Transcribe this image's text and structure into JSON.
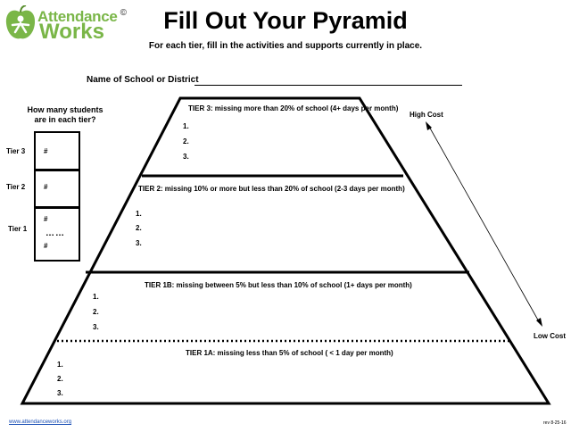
{
  "logo": {
    "line1": "Attendance",
    "mark": "©",
    "line2": "Works",
    "accent_color": "#7ab648",
    "icon": "apple-figure-icon"
  },
  "title": "Fill Out Your Pyramid",
  "subtitle": "For each tier, fill in the activities and supports currently in place.",
  "name_field": {
    "label": "Name of School or District"
  },
  "counts": {
    "question": "How many students are in each tier?",
    "tiers": [
      {
        "label": "Tier 3",
        "marks": [
          "#"
        ]
      },
      {
        "label": "Tier 2",
        "marks": [
          "#"
        ]
      },
      {
        "label": "Tier 1",
        "marks": [
          "#",
          "#"
        ],
        "separator": "……"
      }
    ]
  },
  "pyramid": {
    "tiers": [
      {
        "heading": "TIER 3: missing more than 20% of school (4+ days per month)",
        "items": [
          "1.",
          "2.",
          "3."
        ]
      },
      {
        "heading": "TIER 2: missing 10% or more but less than 20% of school (2-3 days per month)",
        "items": [
          "1.",
          "2.",
          "3."
        ]
      },
      {
        "heading": "TIER 1B: missing between 5% but less than 10% of school (1+ days per month)",
        "items": [
          "1.",
          "2.",
          "3."
        ]
      },
      {
        "heading": "TIER 1A: missing less than 5% of school ( < 1 day per month)",
        "items": [
          "1.",
          "2.",
          "3."
        ]
      }
    ]
  },
  "cost_axis": {
    "high": "High Cost",
    "low": "Low Cost"
  },
  "footer": {
    "website": "www.attendanceworks.org",
    "revision": "rev 8-25-16"
  }
}
